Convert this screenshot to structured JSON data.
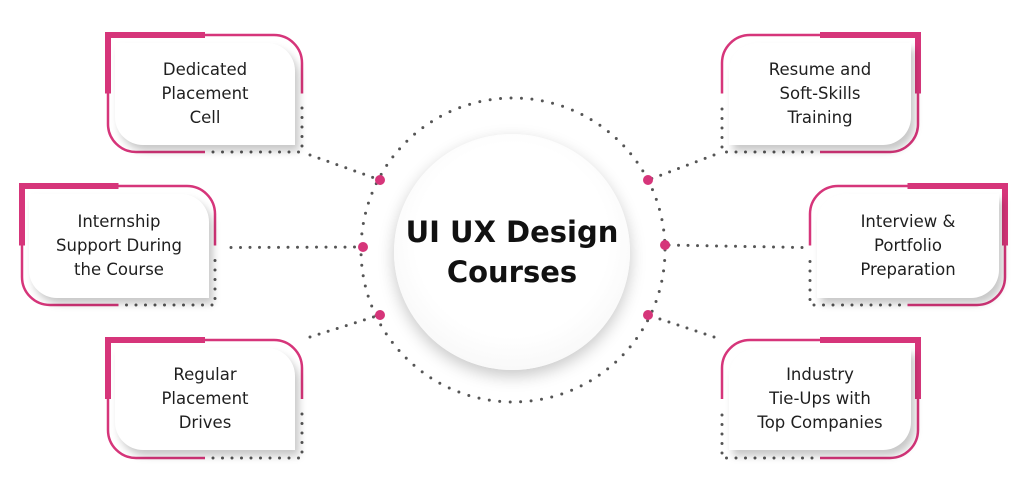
{
  "center": {
    "title": "UI UX Design\nCourses"
  },
  "features": [
    {
      "label": "Dedicated\nPlacement\nCell"
    },
    {
      "label": "Internship\nSupport During\nthe Course"
    },
    {
      "label": "Regular\nPlacement\nDrives"
    },
    {
      "label": "Resume and\nSoft-Skills\nTraining"
    },
    {
      "label": "Interview &\nPortfolio\nPreparation"
    },
    {
      "label": "Industry\nTie-Ups with\nTop Companies"
    }
  ],
  "colors": {
    "accent": "#d6357a",
    "dots": "#555555"
  }
}
